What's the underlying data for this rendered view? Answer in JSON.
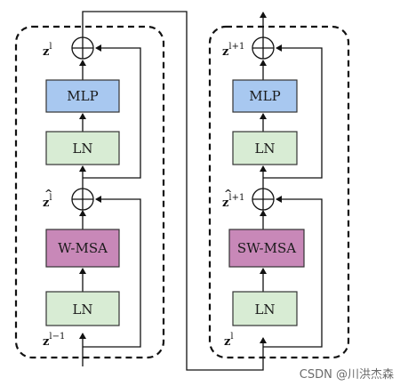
{
  "colors": {
    "mlp": "#a8c8f0",
    "ln": "#d8ecd4",
    "msa": "#c888b8",
    "line": "#111111"
  },
  "left_block": {
    "top_var": "z",
    "top_sup": "l",
    "mid_var": "z",
    "mid_sup": "l",
    "bottom_var": "z",
    "bottom_sup": "l−1",
    "mlp_label": "MLP",
    "ln_top_label": "LN",
    "msa_label": "W-MSA",
    "ln_bottom_label": "LN"
  },
  "right_block": {
    "top_var": "z",
    "top_sup": "l+1",
    "mid_var": "z",
    "mid_sup": "l+1",
    "bottom_var": "z",
    "bottom_sup": "l",
    "mlp_label": "MLP",
    "ln_top_label": "LN",
    "msa_label": "SW-MSA",
    "ln_bottom_label": "LN"
  },
  "watermark": "CSDN @川洪杰森"
}
